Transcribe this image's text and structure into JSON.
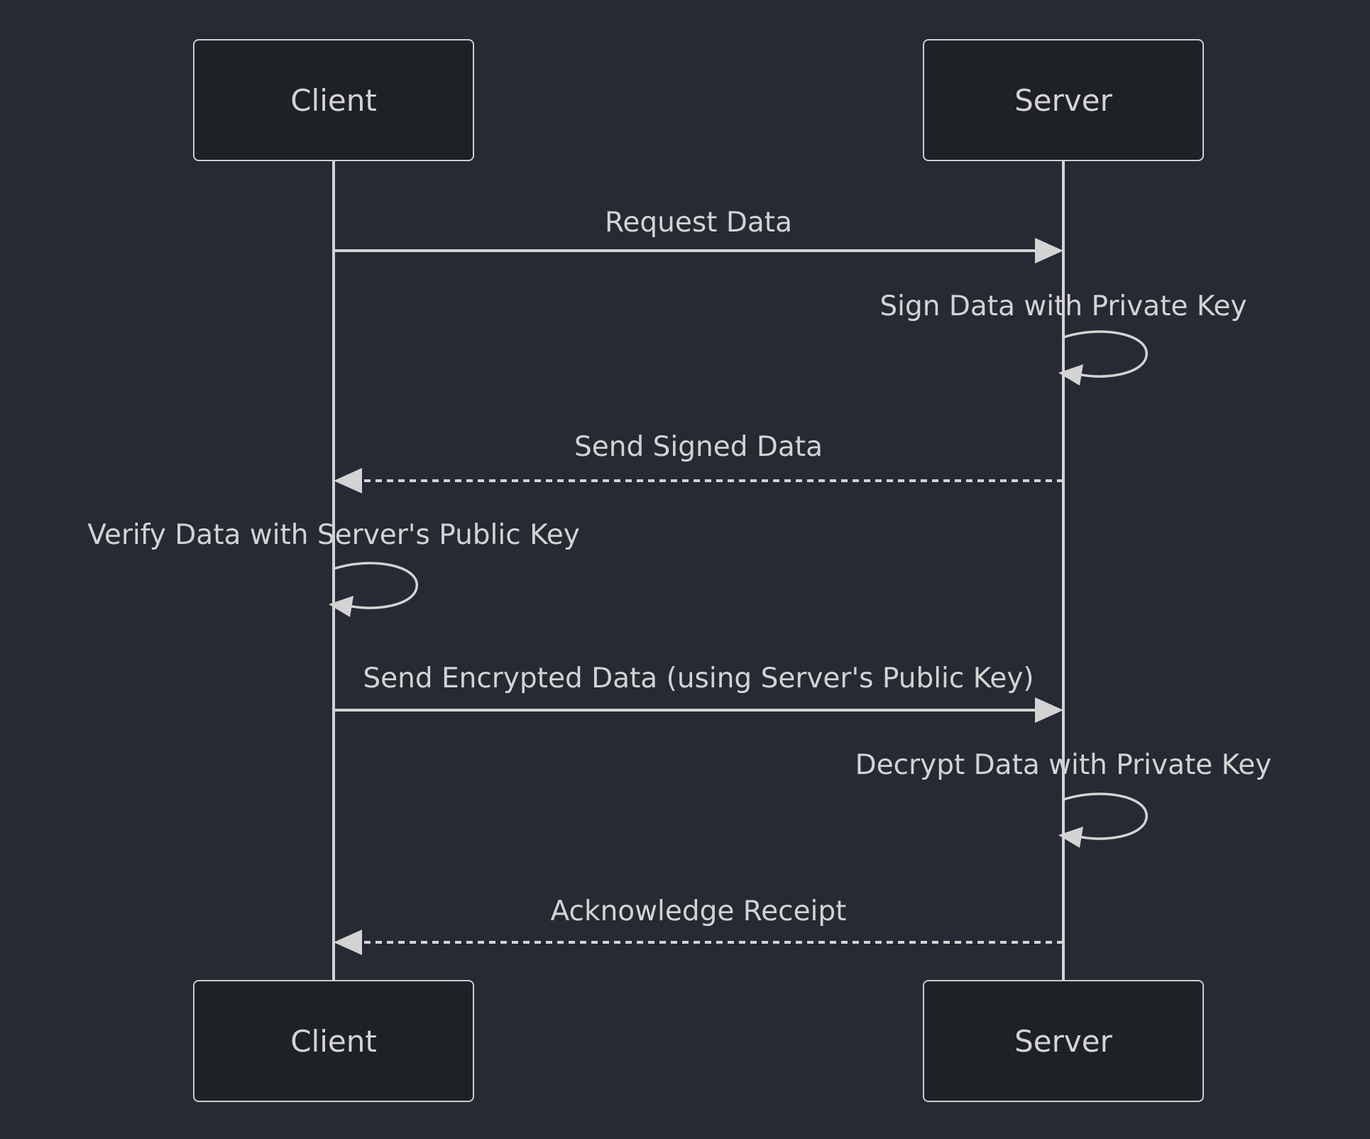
{
  "diagram": {
    "kind": "sequence-diagram",
    "theme": {
      "background": "#262a33",
      "actor_fill": "#1e2125",
      "actor_border": "#cccccc",
      "line_color": "#d3d3d3",
      "text_color": "#d3d3d3"
    },
    "actors": [
      {
        "id": "client",
        "label": "Client"
      },
      {
        "id": "server",
        "label": "Server"
      }
    ],
    "messages": [
      {
        "label": "Request Data",
        "from": "client",
        "to": "server",
        "line": "solid-arrow"
      },
      {
        "label": "Sign Data with Private Key",
        "from": "server",
        "to": "server",
        "line": "self-loop"
      },
      {
        "label": "Send Signed Data",
        "from": "server",
        "to": "client",
        "line": "dashed-arrow"
      },
      {
        "label": "Verify Data with Server's Public Key",
        "from": "client",
        "to": "client",
        "line": "self-loop"
      },
      {
        "label": "Send Encrypted Data (using Server's Public Key)",
        "from": "client",
        "to": "server",
        "line": "solid-arrow"
      },
      {
        "label": "Decrypt Data with Private Key",
        "from": "server",
        "to": "server",
        "line": "self-loop"
      },
      {
        "label": "Acknowledge Receipt",
        "from": "server",
        "to": "client",
        "line": "dashed-arrow"
      }
    ]
  }
}
